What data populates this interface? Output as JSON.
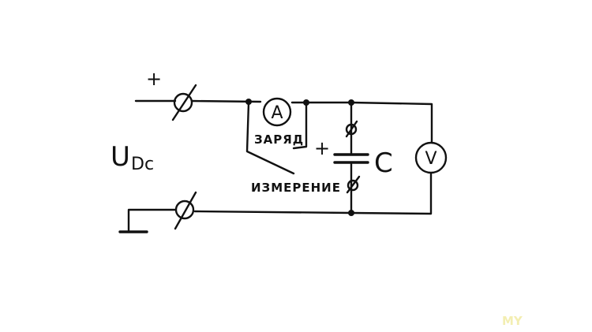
{
  "labels": {
    "supply_main": "U",
    "supply_sub": "Dc",
    "supply_plus": "+",
    "ammeter": "A",
    "voltmeter": "V",
    "capacitor": "C",
    "capacitor_plus": "+",
    "switch_charge": "ЗАРЯД",
    "switch_measure": "ИЗМЕРЕНИЕ"
  },
  "watermark": "MY",
  "colors": {
    "ink": "#111111",
    "background": "#ffffff",
    "watermark": "#f3eeb2"
  }
}
